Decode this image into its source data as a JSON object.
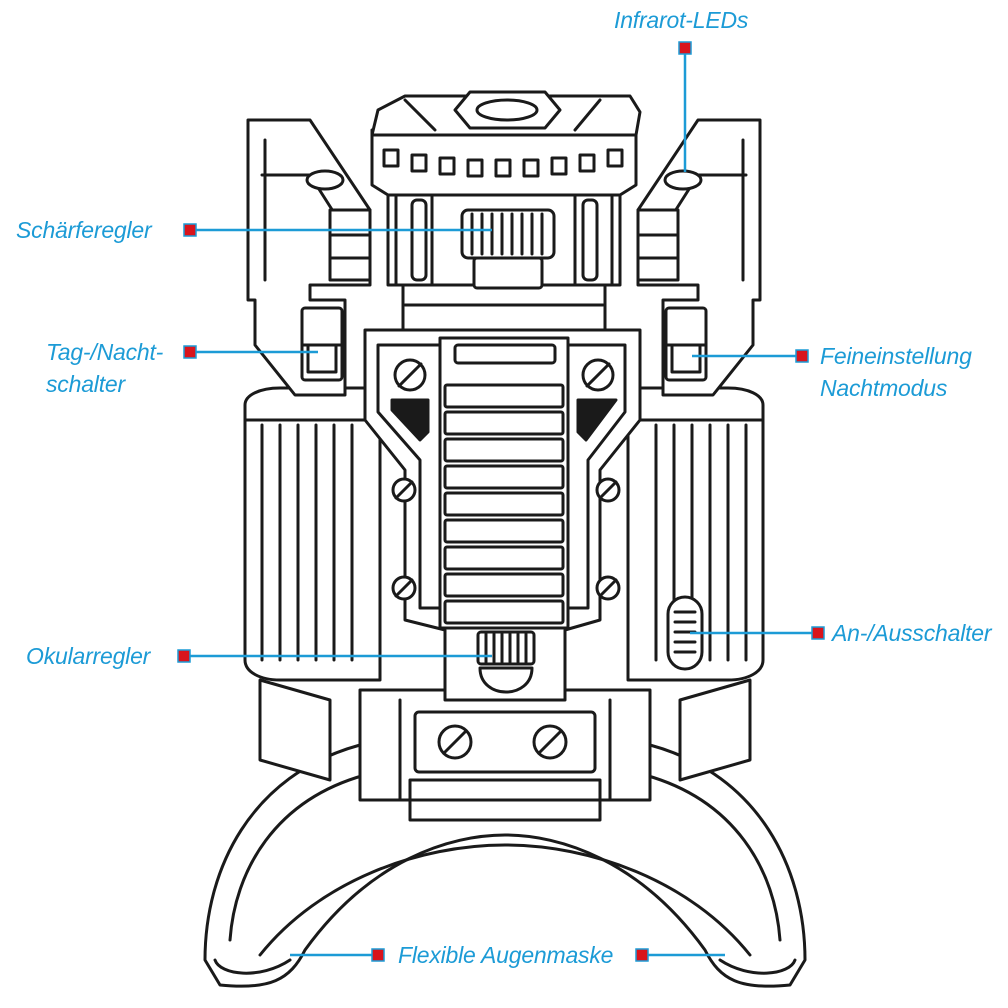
{
  "colors": {
    "label": "#1c9bd6",
    "marker": "#d9141c",
    "line": "#1c9bd6",
    "outline": "#1a1a1a"
  },
  "labels": {
    "infrared_leds": "Infrarot-LEDs",
    "focus_knob": "Schärferegler",
    "day_night_switch_line1": "Tag-/Nacht-",
    "day_night_switch_line2": "schalter",
    "fine_adjust_line1": "Feineinstellung",
    "fine_adjust_line2": "Nachtmodus",
    "eyepiece_knob": "Okularregler",
    "power_switch": "An-/Ausschalter",
    "eye_mask": "Flexible Augenmaske"
  }
}
